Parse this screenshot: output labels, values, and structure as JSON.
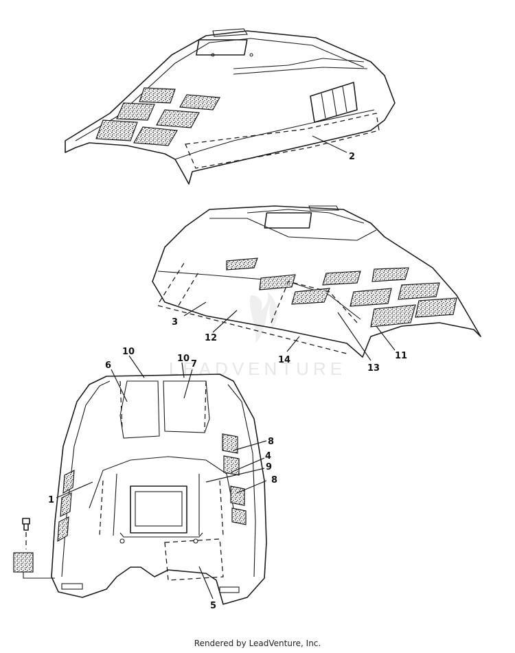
{
  "watermark": "LEADVENTURE",
  "footer": "Rendered by LeadVenture, Inc.",
  "callouts": {
    "c1": "1",
    "c2": "2",
    "c3": "3",
    "c4": "4",
    "c5": "5",
    "c6": "6",
    "c7": "7",
    "c8a": "8",
    "c8b": "8",
    "c9": "9",
    "c10a": "10",
    "c10b": "10",
    "c11": "11",
    "c12": "12",
    "c13": "13",
    "c14": "14"
  },
  "colors": {
    "line": "#1a1a1a",
    "watermark": "#e7e7e7"
  }
}
